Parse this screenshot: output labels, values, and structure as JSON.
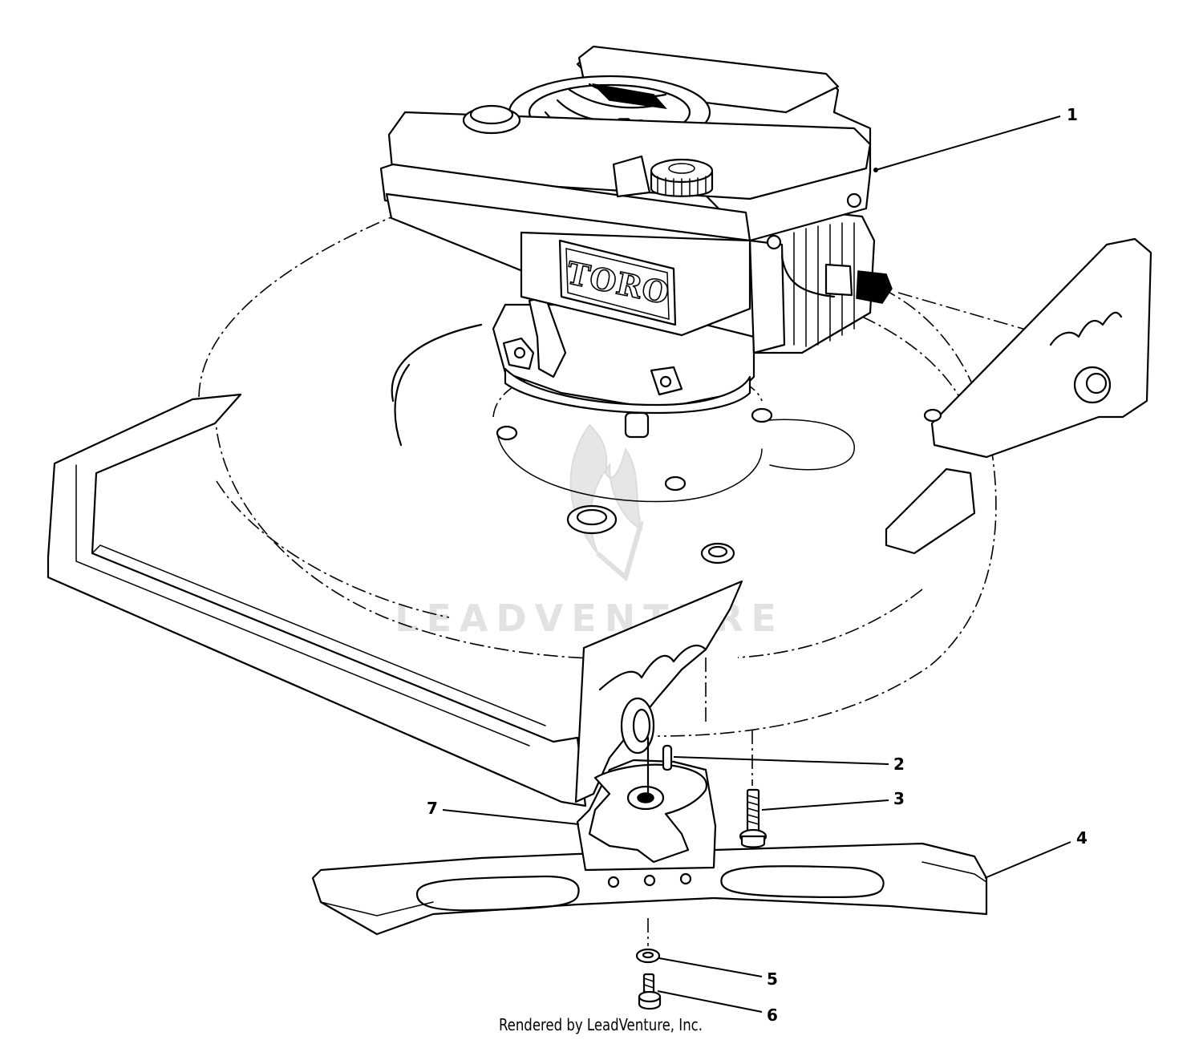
{
  "diagram": {
    "engine_logo": "TORO",
    "watermark": "LEADVENTURE",
    "footer": "Rendered by LeadVenture, Inc.",
    "callouts": [
      {
        "number": "1",
        "part": "engine"
      },
      {
        "number": "2",
        "part": "pin"
      },
      {
        "number": "3",
        "part": "bolt"
      },
      {
        "number": "4",
        "part": "blade"
      },
      {
        "number": "5",
        "part": "washer"
      },
      {
        "number": "6",
        "part": "screw"
      },
      {
        "number": "7",
        "part": "blade-adapter"
      }
    ]
  }
}
